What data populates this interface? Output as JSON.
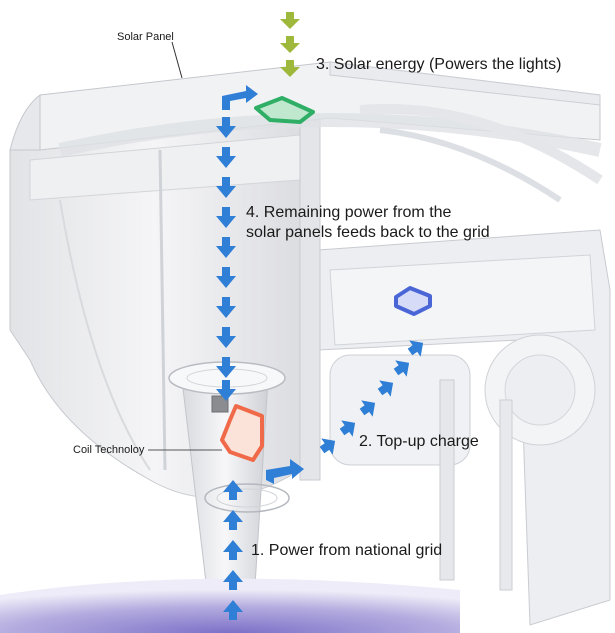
{
  "labels": {
    "solar_panel": "Solar Panel",
    "coil": "Coil Technoloy",
    "step1": "1. Power from national grid",
    "step2": "2. Top-up charge",
    "step3": "3. Solar energy (Powers the lights)",
    "step4_line1": "4. Remaining power from the",
    "step4_line2": "solar panels feeds back to the grid"
  },
  "colors": {
    "grid_arrow": "#2f7fd6",
    "solar_arrow": "#9db83a",
    "solar_indicator": "#2fae66",
    "coil": "#f06a4a",
    "top_up_indicator": "#4a66d6",
    "base_glow": "#9b90d8"
  },
  "icons": [
    "arrow-up-icon",
    "arrow-down-icon",
    "coil-icon"
  ]
}
